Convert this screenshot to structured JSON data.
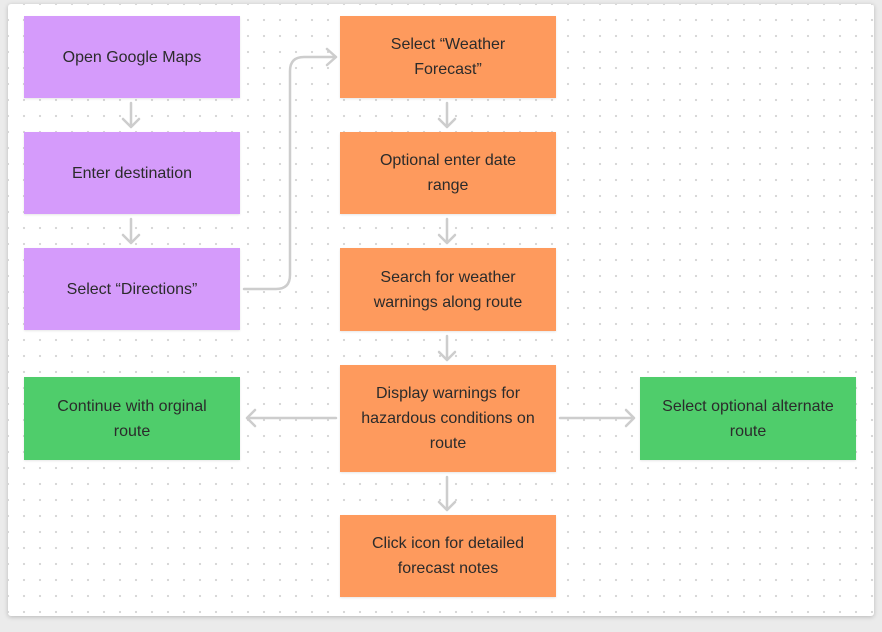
{
  "colors": {
    "start_steps": "#d59bfb",
    "process_steps": "#fe9a5d",
    "outcome_steps": "#4fcd6b",
    "connector": "#cdcdcd"
  },
  "nodes": {
    "open_maps": "Open Google Maps",
    "enter_destination": "Enter destination",
    "select_directions": "Select “Directions”",
    "select_weather_forecast": "Select “Weather Forecast”",
    "enter_date_range": "Optional enter date range",
    "search_warnings": "Search for weather warnings along route",
    "display_warnings": "Display warnings for hazardous conditions on route",
    "click_icon_notes": "Click icon for detailed forecast notes",
    "continue_route": "Continue with orginal route",
    "alternate_route": "Select optional alternate route"
  }
}
